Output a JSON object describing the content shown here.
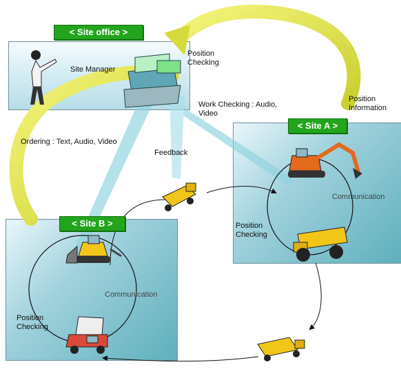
{
  "site_office": {
    "title": "< Site office >",
    "manager_label": "Site Manager"
  },
  "site_a": {
    "title": "< Site A >",
    "communication_label": "Communication",
    "position_label": "Position\nChecking"
  },
  "site_b": {
    "title": "< Site B >",
    "communication_label": "Communication",
    "position_label": "Position\nChecking"
  },
  "flows": {
    "position_checking": "Position\nChecking",
    "position_information": "Position\nInformation",
    "work_checking": "Work Checking : Audio,\nVideo",
    "ordering": "Ordering : Text, Audio, Video",
    "feedback": "Feedback"
  },
  "colors": {
    "tag_green": "#22a51c",
    "arrow_yellow": "#e3e64a",
    "panel_teal": "#5fb0bd",
    "truck_yellow": "#f2c618"
  },
  "icons": [
    "engineer-figure",
    "computer-terminal",
    "excavator",
    "dump-truck",
    "bulldozer",
    "pickup-truck"
  ]
}
